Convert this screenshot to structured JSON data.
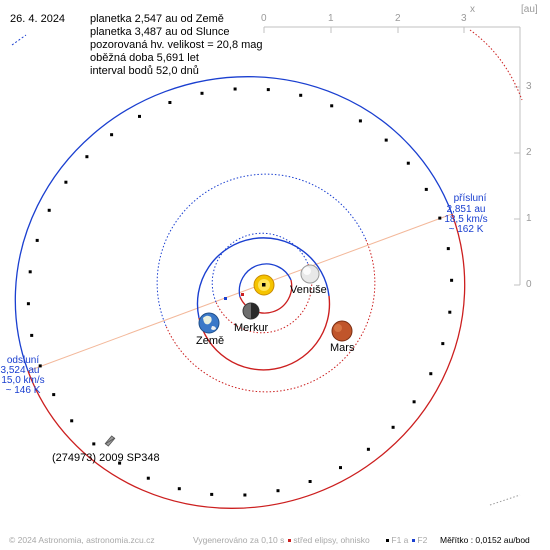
{
  "date": "26. 4. 2024",
  "info": {
    "line1": "planetka 2,547 au od Země",
    "line2": "planetka 3,487 au od Slunce",
    "line3": "pozorovaná hv. velikost = 20,8 mag",
    "line4": "oběžná doba 5,691 let",
    "line5": "interval bodů 52,0 dnů"
  },
  "axes": {
    "x_label": "x",
    "unit_label": "[au]",
    "x_ticks": [
      "0",
      "1",
      "2",
      "3"
    ],
    "y_ticks": [
      "3",
      "2",
      "1",
      "0"
    ]
  },
  "perihelion": {
    "title": "přísluní",
    "distance": "2,851 au",
    "speed": "18,5 km/s",
    "temp": "~ 162 K"
  },
  "aphelion": {
    "title": "odsluní",
    "distance": "3,524 au",
    "speed": "15,0 km/s",
    "temp": "~ 146 K"
  },
  "bodies": {
    "venus": "Venuše",
    "earth": "Země",
    "mercury": "Merkur",
    "mars": "Mars",
    "asteroid": "(274973) 2009 SP348"
  },
  "footer": {
    "copyright": "© 2024 Astronomia, astronomia.zcu.cz",
    "generated": "Vygenerováno za 0,10 s",
    "legend_center": "střed elipsy, ohnisko",
    "legend_f1": "F1 a",
    "legend_f2": "F2",
    "scale": "Měřítko : 0,0152 au/bod"
  },
  "colors": {
    "orbit_upper": "#1a3fd0",
    "orbit_lower": "#cc1f1f",
    "apsis_line": "#f3b89a",
    "axis": "#b8b8b8",
    "sun": "#f5c400"
  }
}
